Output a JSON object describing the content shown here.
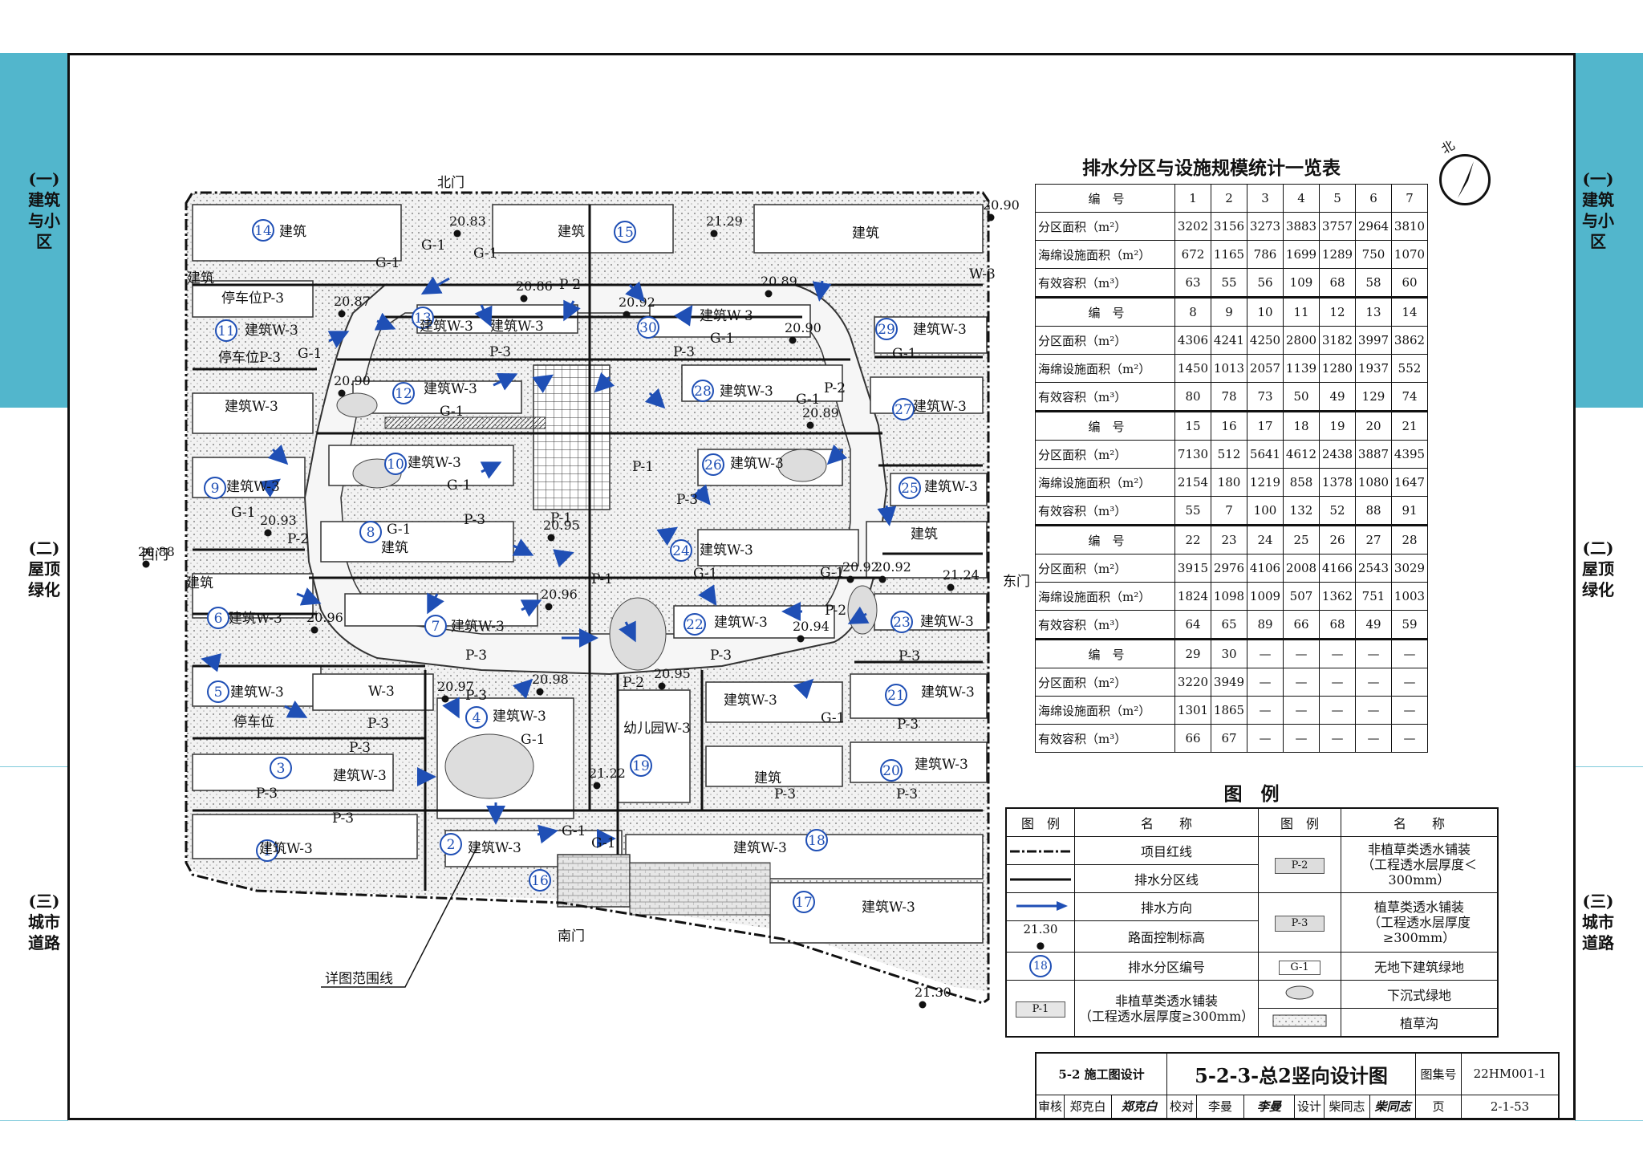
{
  "side_tabs": {
    "left": [
      "(一)建筑与小区",
      "(二)屋顶绿化",
      "(三)城市道路"
    ],
    "right": [
      "(一)建筑与小区",
      "(二)屋顶绿化",
      "(三)城市道路"
    ]
  },
  "map": {
    "gates": {
      "north": "北门",
      "south": "南门",
      "west": "西门",
      "east": "东门"
    },
    "detail_line_label": "详图范围线",
    "elevations": [
      "20.83",
      "21.29",
      "20.90",
      "20.87",
      "20.86",
      "20.92",
      "20.89",
      "20.90",
      "20.90",
      "20.89",
      "20.93",
      "20.95",
      "20.92",
      "20.88",
      "20.92",
      "21.24",
      "20.96",
      "20.96",
      "20.94",
      "20.97",
      "20.98",
      "20.95",
      "21.22",
      "21.30"
    ],
    "zones": [
      "1",
      "2",
      "3",
      "4",
      "5",
      "6",
      "7",
      "8",
      "9",
      "10",
      "11",
      "12",
      "13",
      "14",
      "15",
      "16",
      "17",
      "18",
      "19",
      "20",
      "21",
      "22",
      "23",
      "24",
      "25",
      "26",
      "27",
      "28",
      "29",
      "30"
    ],
    "labels": {
      "building": "建筑",
      "building_w3": "建筑W-3",
      "w3": "W-3",
      "parking_p3": "停车位P-3",
      "parking": "停车位",
      "kindergarten": "幼儿园W-3",
      "g1": "G-1",
      "p1": "P-1",
      "p2": "P-2",
      "p3": "P-3"
    }
  },
  "north_label": "北",
  "stats_table": {
    "title": "排水分区与设施规模统计一览表",
    "row_labels": [
      "编　号",
      "分区面积（m²）",
      "海绵设施面积（m²）",
      "有效容积（m³）"
    ],
    "groups": [
      {
        "ids": [
          "1",
          "2",
          "3",
          "4",
          "5",
          "6",
          "7"
        ],
        "area": [
          "3202",
          "3156",
          "3273",
          "3883",
          "3757",
          "2964",
          "3810"
        ],
        "sponge": [
          "672",
          "1165",
          "786",
          "1699",
          "1289",
          "750",
          "1070"
        ],
        "volume": [
          "63",
          "55",
          "56",
          "109",
          "68",
          "58",
          "60"
        ]
      },
      {
        "ids": [
          "8",
          "9",
          "10",
          "11",
          "12",
          "13",
          "14"
        ],
        "area": [
          "4306",
          "4241",
          "4250",
          "2800",
          "3182",
          "3997",
          "3862"
        ],
        "sponge": [
          "1450",
          "1013",
          "2057",
          "1139",
          "1280",
          "1937",
          "552"
        ],
        "volume": [
          "80",
          "78",
          "73",
          "50",
          "49",
          "129",
          "74"
        ]
      },
      {
        "ids": [
          "15",
          "16",
          "17",
          "18",
          "19",
          "20",
          "21"
        ],
        "area": [
          "7130",
          "512",
          "5641",
          "4612",
          "2438",
          "3887",
          "4395"
        ],
        "sponge": [
          "2154",
          "180",
          "1219",
          "858",
          "1378",
          "1080",
          "1647"
        ],
        "volume": [
          "55",
          "7",
          "100",
          "132",
          "52",
          "88",
          "91"
        ]
      },
      {
        "ids": [
          "22",
          "23",
          "24",
          "25",
          "26",
          "27",
          "28"
        ],
        "area": [
          "3915",
          "2976",
          "4106",
          "2008",
          "4166",
          "2543",
          "3029"
        ],
        "sponge": [
          "1824",
          "1098",
          "1009",
          "507",
          "1362",
          "751",
          "1003"
        ],
        "volume": [
          "64",
          "65",
          "89",
          "66",
          "68",
          "49",
          "59"
        ]
      },
      {
        "ids": [
          "29",
          "30",
          "—",
          "—",
          "—",
          "—",
          "—"
        ],
        "area": [
          "3220",
          "3949",
          "—",
          "—",
          "—",
          "—",
          "—"
        ],
        "sponge": [
          "1301",
          "1865",
          "—",
          "—",
          "—",
          "—",
          "—"
        ],
        "volume": [
          "66",
          "67",
          "—",
          "—",
          "—",
          "—",
          "—"
        ]
      }
    ]
  },
  "legend": {
    "title": "图　例",
    "header": {
      "symbol": "图　例",
      "name": "名　　称"
    },
    "left": [
      {
        "symbol": "",
        "name": "项目红线"
      },
      {
        "symbol": "",
        "name": "排水分区线"
      },
      {
        "symbol": "",
        "name": "排水方向"
      },
      {
        "symbol": "21.30",
        "name": "路面控制标高"
      },
      {
        "symbol": "18",
        "name": "排水分区编号"
      },
      {
        "symbol": "P-1",
        "name": "非植草类透水铺装",
        "note": "（工程透水层厚度≥300mm）"
      }
    ],
    "right": [
      {
        "symbol": "P-2",
        "name": "非植草类透水铺装",
        "note": "（工程透水层厚度＜300mm）"
      },
      {
        "symbol": "P-3",
        "name": "植草类透水铺装",
        "note": "（工程透水层厚度≥300mm）"
      },
      {
        "symbol": "G-1",
        "name": "无地下建筑绿地"
      },
      {
        "symbol": "",
        "name": "下沉式绿地"
      },
      {
        "symbol": "",
        "name": "植草沟"
      }
    ]
  },
  "title_block": {
    "section": "5-2 施工图设计",
    "title": "5-2-3-总2竖向设计图",
    "atlas_label": "图集号",
    "atlas_no": "22HM001-1",
    "review_label": "审核",
    "reviewer": "郑克白",
    "reviewer_sig": "郑克白",
    "check_label": "校对",
    "checker": "李曼",
    "checker_sig": "李曼",
    "design_label": "设计",
    "designer": "柴同志",
    "designer_sig": "柴同志",
    "page_label": "页",
    "page_no": "2-1-53"
  },
  "colors": {
    "tab": "#52b6cc",
    "arrow": "#1f4fb5",
    "zone_circle": "#1f4fb5"
  }
}
